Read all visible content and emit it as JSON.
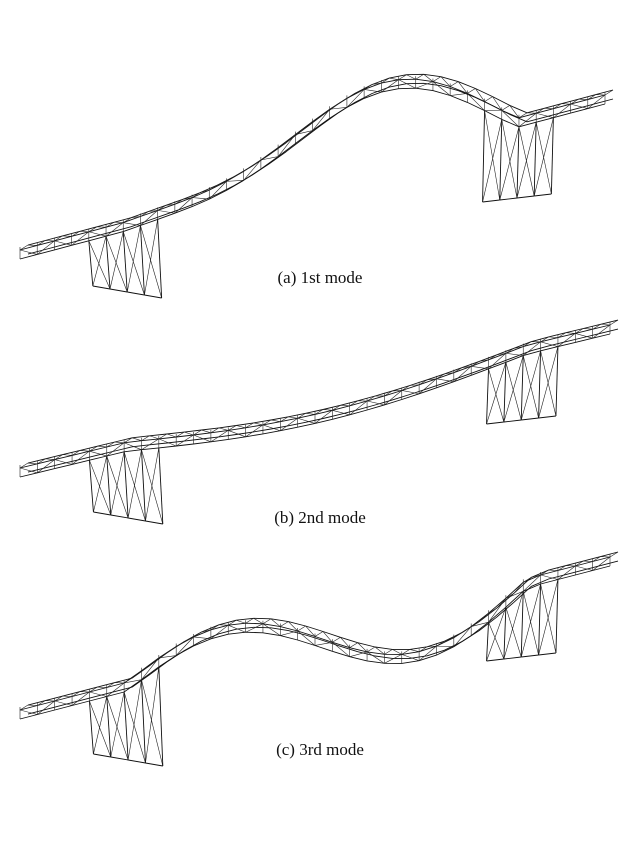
{
  "figure": {
    "panels": [
      {
        "id": "a",
        "caption": "(a)  1st mode"
      },
      {
        "id": "b",
        "caption": "(b)  2nd mode"
      },
      {
        "id": "c",
        "caption": "(c)  3rd mode"
      }
    ],
    "colors": {
      "line": "#111111",
      "background": "#ffffff"
    }
  }
}
